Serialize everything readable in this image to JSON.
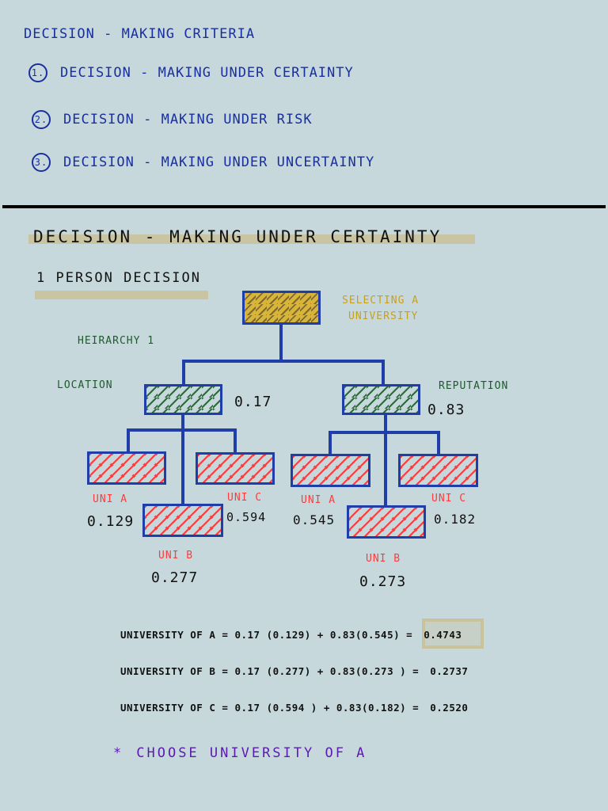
{
  "criteria": {
    "title": "DECISION - MAKING CRITERIA",
    "items": [
      {
        "num": "1.",
        "text": "DECISION - MAKING UNDER CERTAINTY"
      },
      {
        "num": "2.",
        "text": "DECISION - MAKING UNDER RISK"
      },
      {
        "num": "3.",
        "text": "DECISION - MAKING UNDER UNCERTAINTY"
      }
    ]
  },
  "section": {
    "title": "DECISION - MAKING UNDER CERTAINTY",
    "subtitle": "1 PERSON DECISION"
  },
  "hierarchy": {
    "label": "HEIRARCHY 1",
    "goal": {
      "label_line1": "SELECTING A",
      "label_line2": "UNIVERSITY"
    },
    "criteria": [
      {
        "label": "LOCATION",
        "weight": "0.17"
      },
      {
        "label": "REPUTATION",
        "weight": "0.83"
      }
    ],
    "location_alternatives": [
      {
        "label": "UNI A",
        "value": "0.129"
      },
      {
        "label": "UNI B",
        "value": "0.277"
      },
      {
        "label": "UNI C",
        "value": "0.594"
      }
    ],
    "reputation_alternatives": [
      {
        "label": "UNI A",
        "value": "0.545"
      },
      {
        "label": "UNI B",
        "value": "0.273"
      },
      {
        "label": "UNI C",
        "value": "0.182"
      }
    ]
  },
  "calculations": [
    {
      "text": "UNIVERSITY OF A = 0.17 (0.129) + 0.83(0.545) =",
      "result": "0.4743"
    },
    {
      "text": "UNIVERSITY OF B = 0.17 (0.277) + 0.83(0.273 ) =",
      "result": "0.2737"
    },
    {
      "text": "UNIVERSITY OF C = 0.17 (0.594 ) + 0.83(0.182) =",
      "result": "0.2520"
    }
  ],
  "conclusion": {
    "star": "*",
    "text": "CHOOSE UNIVERSITY OF A"
  },
  "colors": {
    "background": "#c7d8dd",
    "box_border": "#1f3ea8",
    "goal_fill": "#d8b43a",
    "criteria_fill": "#2e6a3b",
    "alternative_fill": "#ff3b3b",
    "highlight": "#c9c29a"
  }
}
